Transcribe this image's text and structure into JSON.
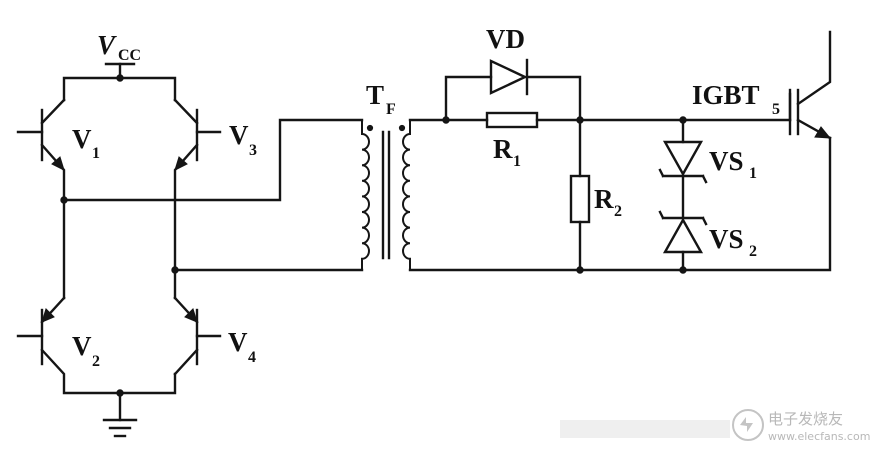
{
  "labels": {
    "vcc_main": "V",
    "vcc_sub": "CC",
    "v1_main": "V",
    "v1_sub": "1",
    "v2_main": "V",
    "v2_sub": "2",
    "v3_main": "V",
    "v3_sub": "3",
    "v4_main": "V",
    "v4_sub": "4",
    "tf_main": "T",
    "tf_sub": "F",
    "vd": "VD",
    "r1_main": "R",
    "r1_sub": "1",
    "r2_main": "R",
    "r2_sub": "2",
    "vs1_main": "VS",
    "vs1_sub": "1",
    "vs2_main": "VS",
    "vs2_sub": "2",
    "igbt_main": "IGBT",
    "igbt_sub": "5"
  },
  "watermark": {
    "brand": "电子发烧友",
    "url": "www.elecfans.com"
  },
  "colors": {
    "ink": "#151515",
    "watermark": "#b8b8b8"
  }
}
